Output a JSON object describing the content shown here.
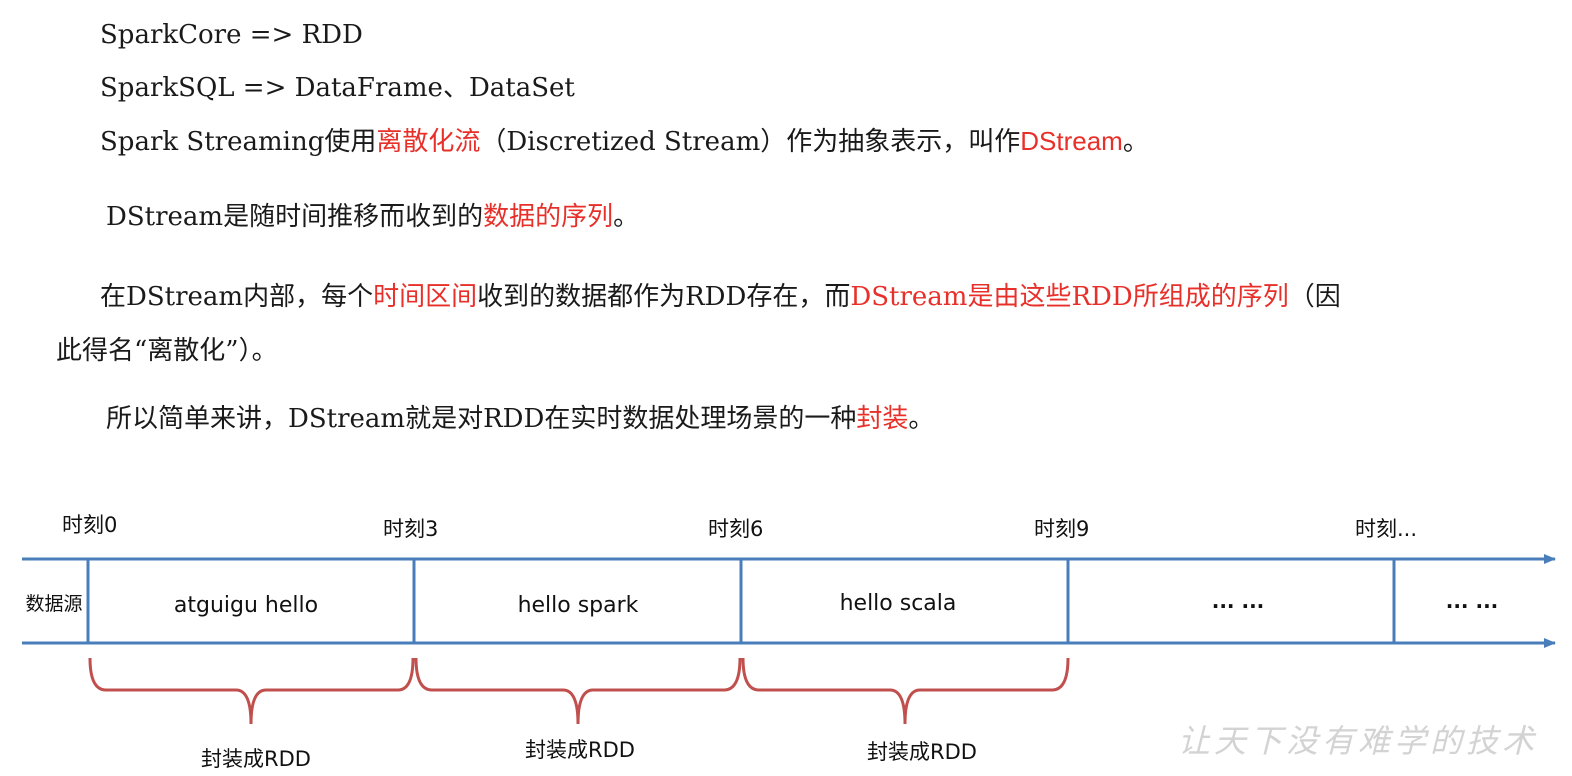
{
  "text": {
    "line1": "SparkCore => RDD",
    "line2": "SparkSQL => DataFrame、DataSet",
    "line3": {
      "a": "Spark Streaming使用",
      "b": "离散化流",
      "c": "（Discretized Stream）作为抽象表示，叫作",
      "d": "DStream",
      "e": "。"
    },
    "line4": {
      "a": "DStream是随时间推移而收到的",
      "b": "数据的序列",
      "c": "。"
    },
    "line5": {
      "a": "在DStream内部，每个",
      "b": "时间区间",
      "c": "收到的数据都作为RDD存在，而",
      "d": "DStream是由这些RDD所组成的序列",
      "e": "（因"
    },
    "line6": "此得名“离散化”）。",
    "line7": {
      "a": "所以简单来讲，DStream就是对RDD在实时数据处理场景的一种",
      "b": "封装",
      "c": "。"
    }
  },
  "diagram": {
    "time_labels": [
      "时刻0",
      "时刻3",
      "时刻6",
      "时刻9",
      "时刻..."
    ],
    "source_label": "数据源",
    "segments": [
      "atguigu hello",
      "hello spark",
      "hello scala",
      "... ...",
      "... ..."
    ],
    "brace_labels": [
      "封装成RDD",
      "封装成RDD",
      "封装成RDD"
    ],
    "colors": {
      "axis": "#4a7ebb",
      "brace": "#c0504d",
      "highlight": "#e8302a"
    }
  },
  "watermark": "让天下没有难学的技术"
}
